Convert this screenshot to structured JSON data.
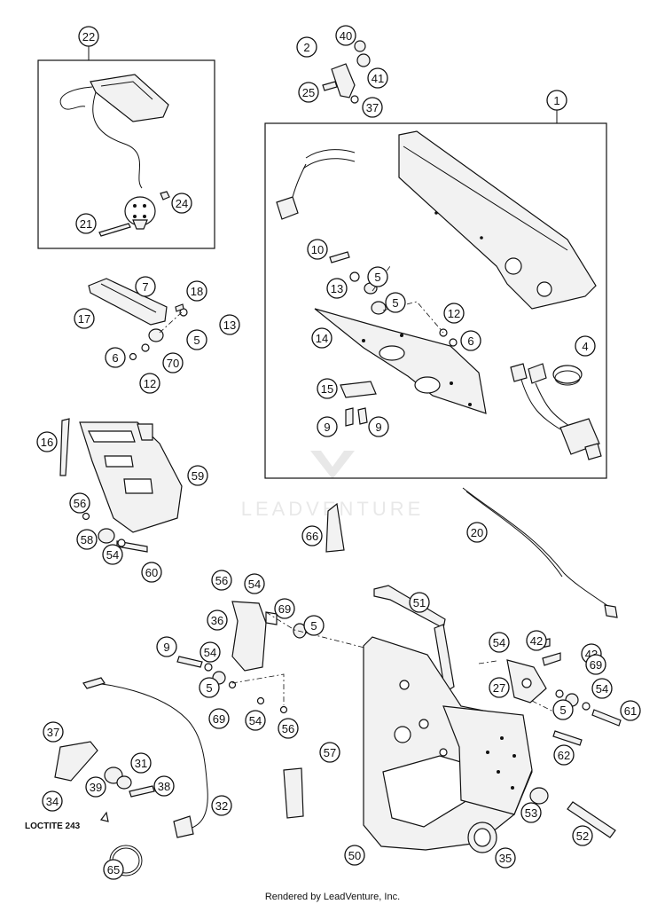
{
  "watermark": "LEADVENTURE",
  "footer": "Rendered by LeadVenture, Inc.",
  "note": "LOCTITE 243",
  "callouts": [
    "1",
    "2",
    "4",
    "5",
    "6",
    "7",
    "9",
    "10",
    "12",
    "13",
    "14",
    "15",
    "16",
    "17",
    "18",
    "20",
    "21",
    "22",
    "24",
    "25",
    "27",
    "31",
    "32",
    "34",
    "35",
    "36",
    "37",
    "38",
    "39",
    "40",
    "41",
    "42",
    "43",
    "50",
    "51",
    "52",
    "53",
    "54",
    "56",
    "57",
    "58",
    "59",
    "60",
    "61",
    "62",
    "65",
    "66",
    "69",
    "70"
  ]
}
